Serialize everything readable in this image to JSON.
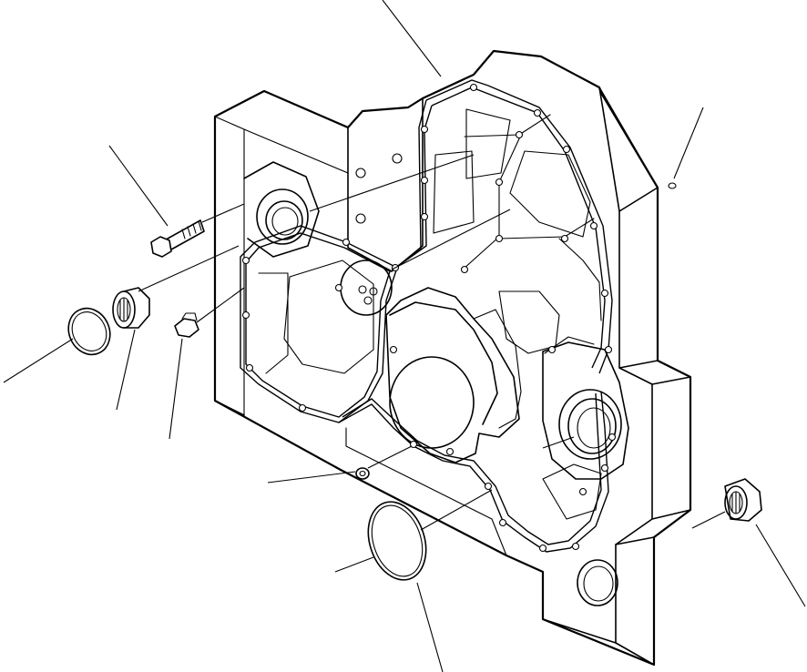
{
  "diagram": {
    "type": "exploded-parts-view",
    "subject": "gear-case-cover",
    "background": "#ffffff",
    "line_color": "#000000",
    "printed_text": [],
    "parts": [
      {
        "id": "gear-case-cover",
        "callout": "leader-top"
      },
      {
        "id": "plug",
        "callout": "leader-right-upper"
      },
      {
        "id": "bolt",
        "callout": "leader-upper-left"
      },
      {
        "id": "o-ring-small",
        "callout": "leader-left"
      },
      {
        "id": "needle-bearing-left",
        "callout": "leader-left-lower"
      },
      {
        "id": "fitting",
        "callout": "leader-left-mid"
      },
      {
        "id": "nut",
        "callout": "leader-center-left"
      },
      {
        "id": "o-ring-large",
        "callout": "leader-bottom"
      },
      {
        "id": "needle-bearing-right",
        "callout": "leader-right-lower"
      }
    ]
  }
}
